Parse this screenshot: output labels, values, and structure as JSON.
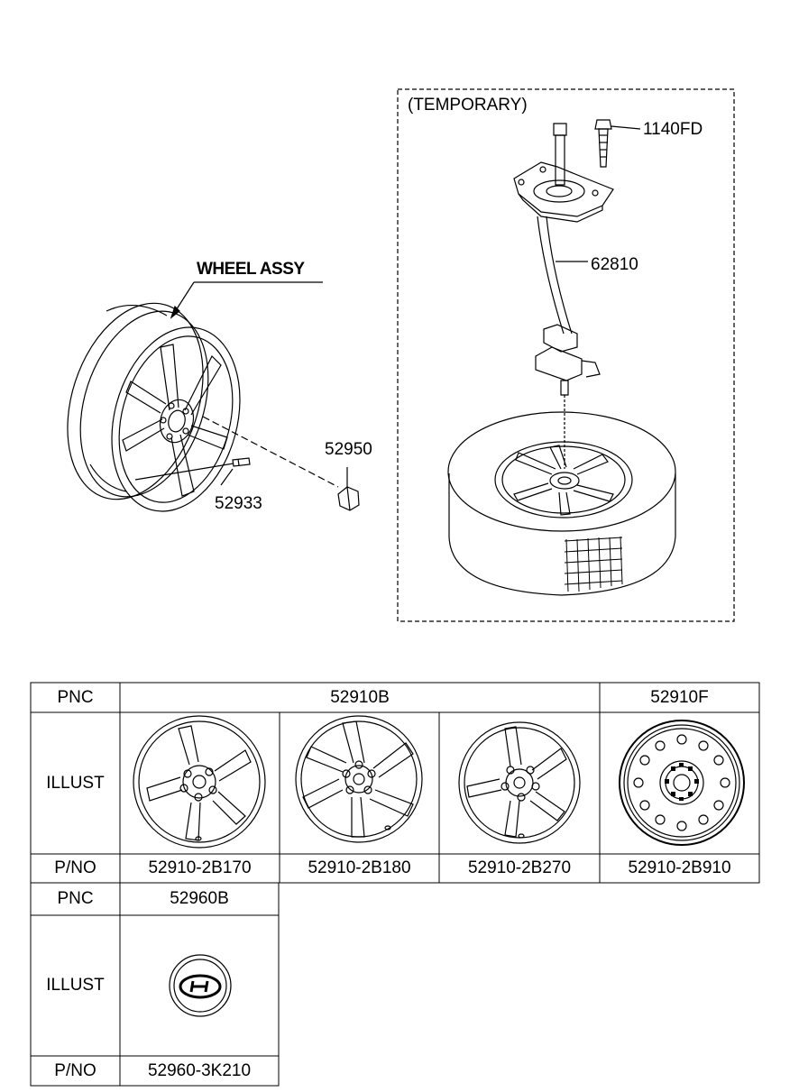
{
  "callouts": {
    "wheel_assy": "WHEEL ASSY",
    "temporary": "(TEMPORARY)",
    "p1140fd": "1140FD",
    "p62810": "62810",
    "p52950": "52950",
    "p52933": "52933"
  },
  "table": {
    "row_pnc": "PNC",
    "row_illust": "ILLUST",
    "row_pno": "P/NO",
    "pnc_52910b": "52910B",
    "pnc_52910f": "52910F",
    "pnc_52960b": "52960B",
    "pno": [
      "52910-2B170",
      "52910-2B180",
      "52910-2B270",
      "52910-2B910"
    ],
    "pno_cap": "52960-3K210"
  }
}
